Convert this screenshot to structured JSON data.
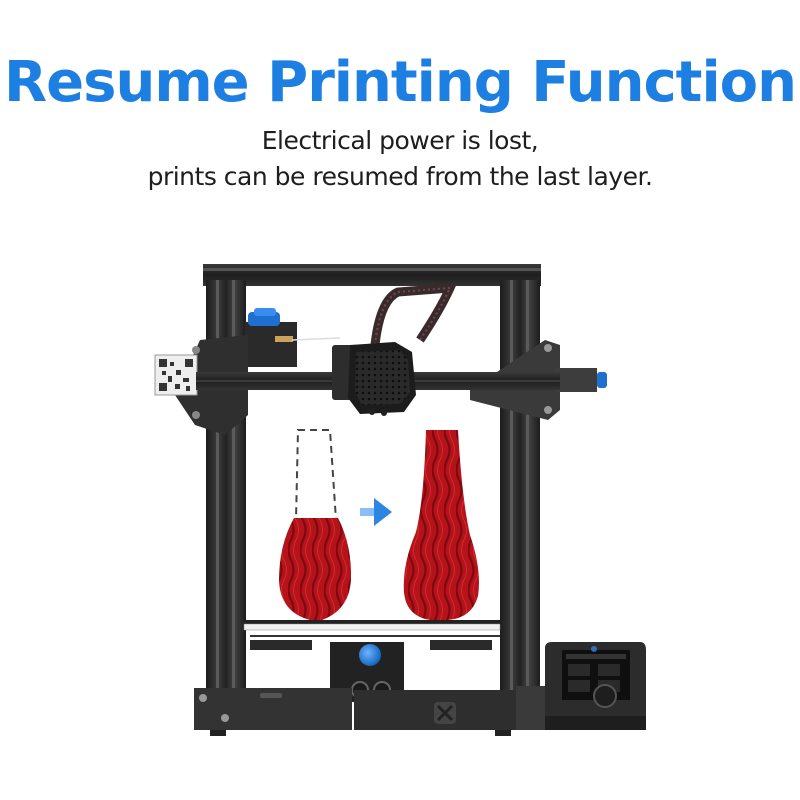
{
  "header": {
    "title": "Resume Printing Function",
    "subtitle_line1": "Electrical power is lost,",
    "subtitle_line2": "prints can be resumed from the last layer."
  },
  "illustration": {
    "subject": "3D printer",
    "before_label_icon": "partial-vase-dashed-outline",
    "arrow_icon": "arrow-right-icon",
    "after_label_icon": "complete-vase"
  },
  "colors": {
    "title": "#1d7fe2",
    "subtitle": "#1e1e1e",
    "frame": "#2b2b2b",
    "filament": "#c0161b",
    "accent_blue": "#2a86e0",
    "background": "#ffffff"
  }
}
